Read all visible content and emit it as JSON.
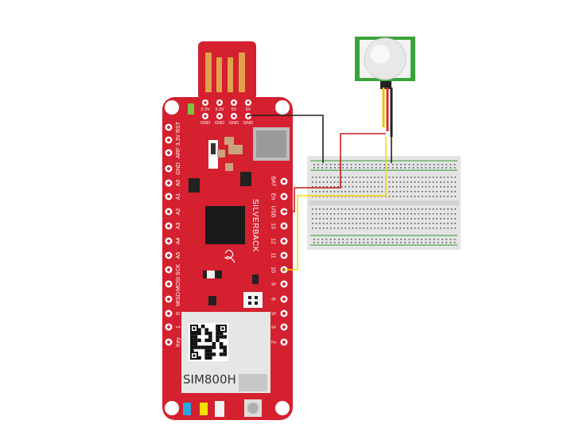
{
  "board": {
    "brand": "SILVERBACK",
    "module_label": "SIM800H",
    "colors": {
      "board": "#d4202f",
      "usb": "#d4202f",
      "gold": "#e0a24a",
      "module": "#e6e6e6"
    },
    "left_pins": [
      "RST",
      "3.3V",
      "ARF",
      "GND",
      "A0",
      "A1",
      "A2",
      "A3",
      "A4",
      "A5",
      "SCK",
      "MOSI",
      "MISO",
      "0",
      "1",
      "Key"
    ],
    "right_pins": [
      "BAT",
      "En",
      "USB",
      "13",
      "12",
      "11",
      "10",
      "9",
      "6",
      "5",
      "3",
      "2"
    ],
    "top_pins_row1": [
      "3.3V",
      "3.3V",
      "5V",
      "5V"
    ],
    "top_pins_row2": [
      "GND",
      "GND",
      "GND",
      "GND"
    ]
  },
  "sensor": {
    "name": "PIR motion sensor",
    "colors": {
      "pcb": "#3aa33a",
      "dome": "#e8e8e8",
      "wires": [
        "#e8c000",
        "#d62b2b",
        "#222222"
      ]
    }
  },
  "breadboard": {
    "colors": {
      "body": "#e4e4e4",
      "rail_green": "#2e9a2e",
      "hole": "#555555"
    }
  },
  "wires": [
    {
      "from": "GND (top header)",
      "to": "breadboard GND rail",
      "color": "#222222"
    },
    {
      "from": "USB pin",
      "to": "breadboard power rail",
      "color": "#c21f1f"
    },
    {
      "from": "pin 10",
      "to": "sensor signal",
      "color": "#f2e000"
    }
  ]
}
